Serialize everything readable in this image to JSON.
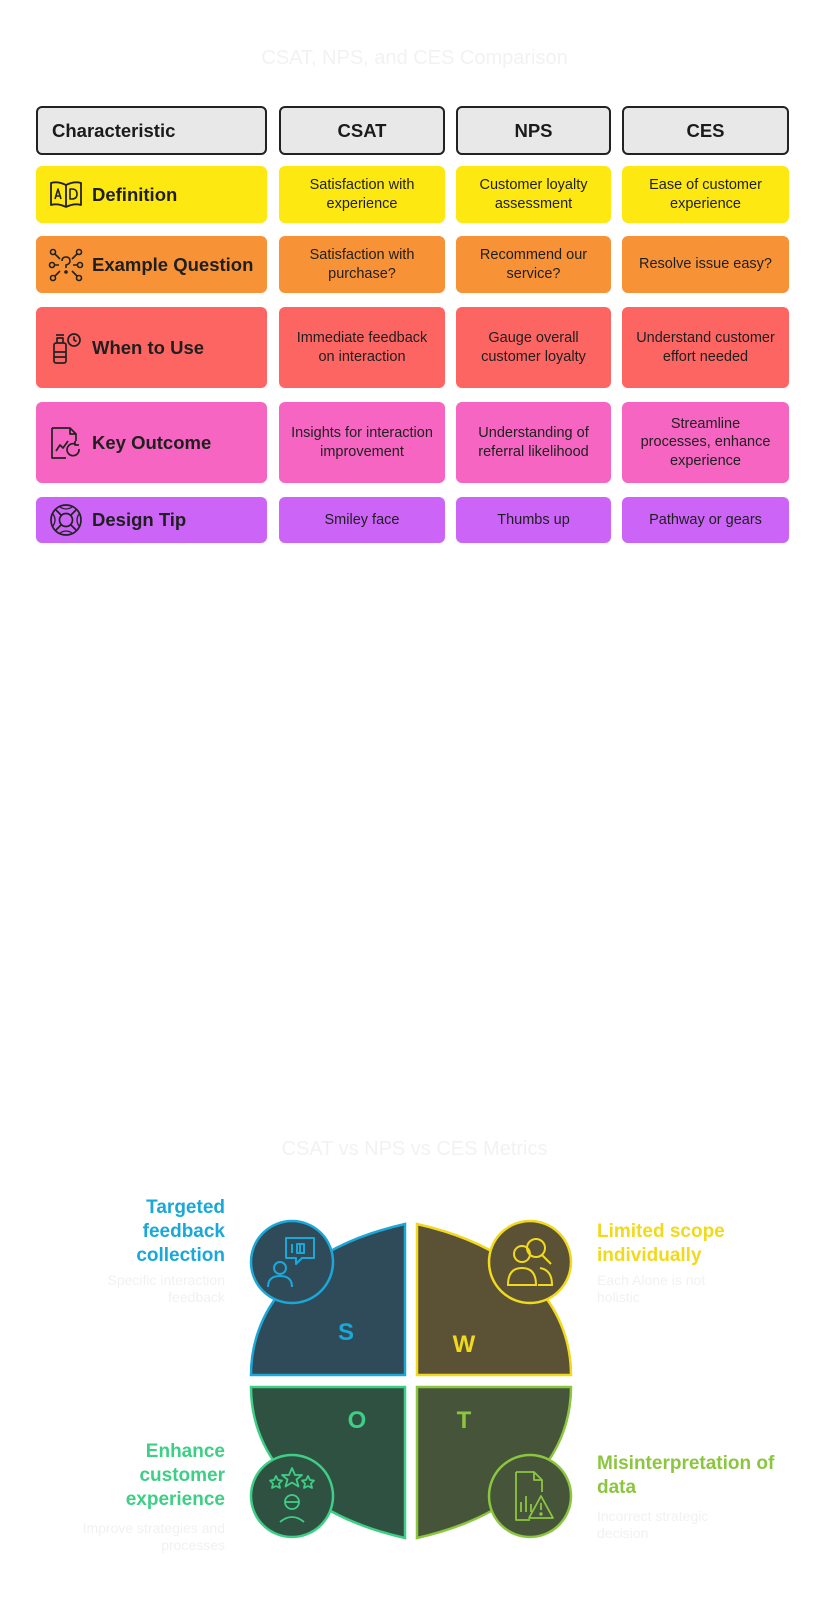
{
  "title_table": "CSAT, NPS, and CES Comparison",
  "table": {
    "headers": [
      "Characteristic",
      "CSAT",
      "NPS",
      "CES"
    ],
    "rows": [
      {
        "label": "Definition",
        "icon": "ad-book-icon",
        "color": "#fde812",
        "cells": [
          "Satisfaction with experience",
          "Customer loyalty assessment",
          "Ease of customer experience"
        ]
      },
      {
        "label": "Example Question",
        "icon": "question-network-icon",
        "color": "#f89236",
        "cells": [
          "Satisfaction with purchase?",
          "Recommend our service?",
          "Resolve issue easy?"
        ]
      },
      {
        "label": "When to Use",
        "icon": "timer-bottle-icon",
        "color": "#fd6562",
        "cells": [
          "Immediate feedback on interaction",
          "Gauge overall customer loyalty",
          "Understand customer effort needed"
        ]
      },
      {
        "label": "Key Outcome",
        "icon": "document-chart-icon",
        "color": "#f665c2",
        "cells": [
          "Insights for interaction improvement",
          "Understanding of referral likelihood",
          "Streamline processes, enhance experience"
        ]
      },
      {
        "label": "Design Tip",
        "icon": "lifebuoy-icon",
        "color": "#cb64f7",
        "cells": [
          "Smiley face",
          "Thumbs up",
          "Pathway or gears"
        ]
      }
    ]
  },
  "title_swot": "CSAT vs NPS vs CES Metrics",
  "swot": {
    "s": {
      "letter": "S",
      "heading": "Targeted feedback collection",
      "desc": "Specific interaction feedback",
      "color": "#1aa8d8",
      "icon": "user-feedback-icon"
    },
    "w": {
      "letter": "W",
      "heading": "Limited scope individually",
      "desc": "Each Alone is not holistic",
      "color": "#f1d91c",
      "icon": "users-search-icon"
    },
    "o": {
      "letter": "O",
      "heading": "Enhance customer experience",
      "desc": "Improve strategies and processes",
      "color": "#3ecf86",
      "icon": "star-rating-icon"
    },
    "t": {
      "letter": "T",
      "heading": "Misinterpretation of data",
      "desc": "Incorrect strategic decision",
      "color": "#8cc63f",
      "icon": "report-warning-icon"
    }
  }
}
